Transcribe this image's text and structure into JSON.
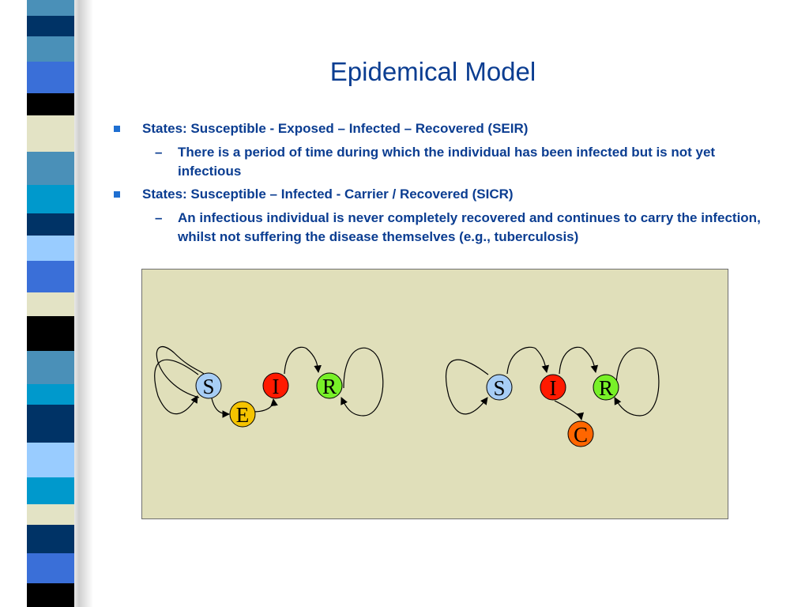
{
  "slide": {
    "title": "Epidemical Model"
  },
  "bullets": [
    {
      "text": "States: Susceptible - Exposed – Infected – Recovered (SEIR)",
      "sub": "There is a period of time during which the individual has been infected but is not yet infectious"
    },
    {
      "text": "States: Susceptible – Infected - Carrier / Recovered (SICR)",
      "sub": "An infectious individual is never completely recovered and continues to carry the infection, whilst not suffering the disease themselves (e.g., tuberculosis)"
    }
  ],
  "diagram": {
    "seir": {
      "s": "S",
      "e": "E",
      "i": "I",
      "r": "R"
    },
    "sicr": {
      "s": "S",
      "i": "I",
      "r": "R",
      "c": "C"
    }
  },
  "colors": {
    "title": "#0b3d91",
    "bullet": "#1f6fd1",
    "node_s": "#a7cdf5",
    "node_e": "#f5c400",
    "node_i": "#ff1a00",
    "node_r": "#78f028",
    "node_c": "#ff6600",
    "panel": "#e0dfba"
  }
}
